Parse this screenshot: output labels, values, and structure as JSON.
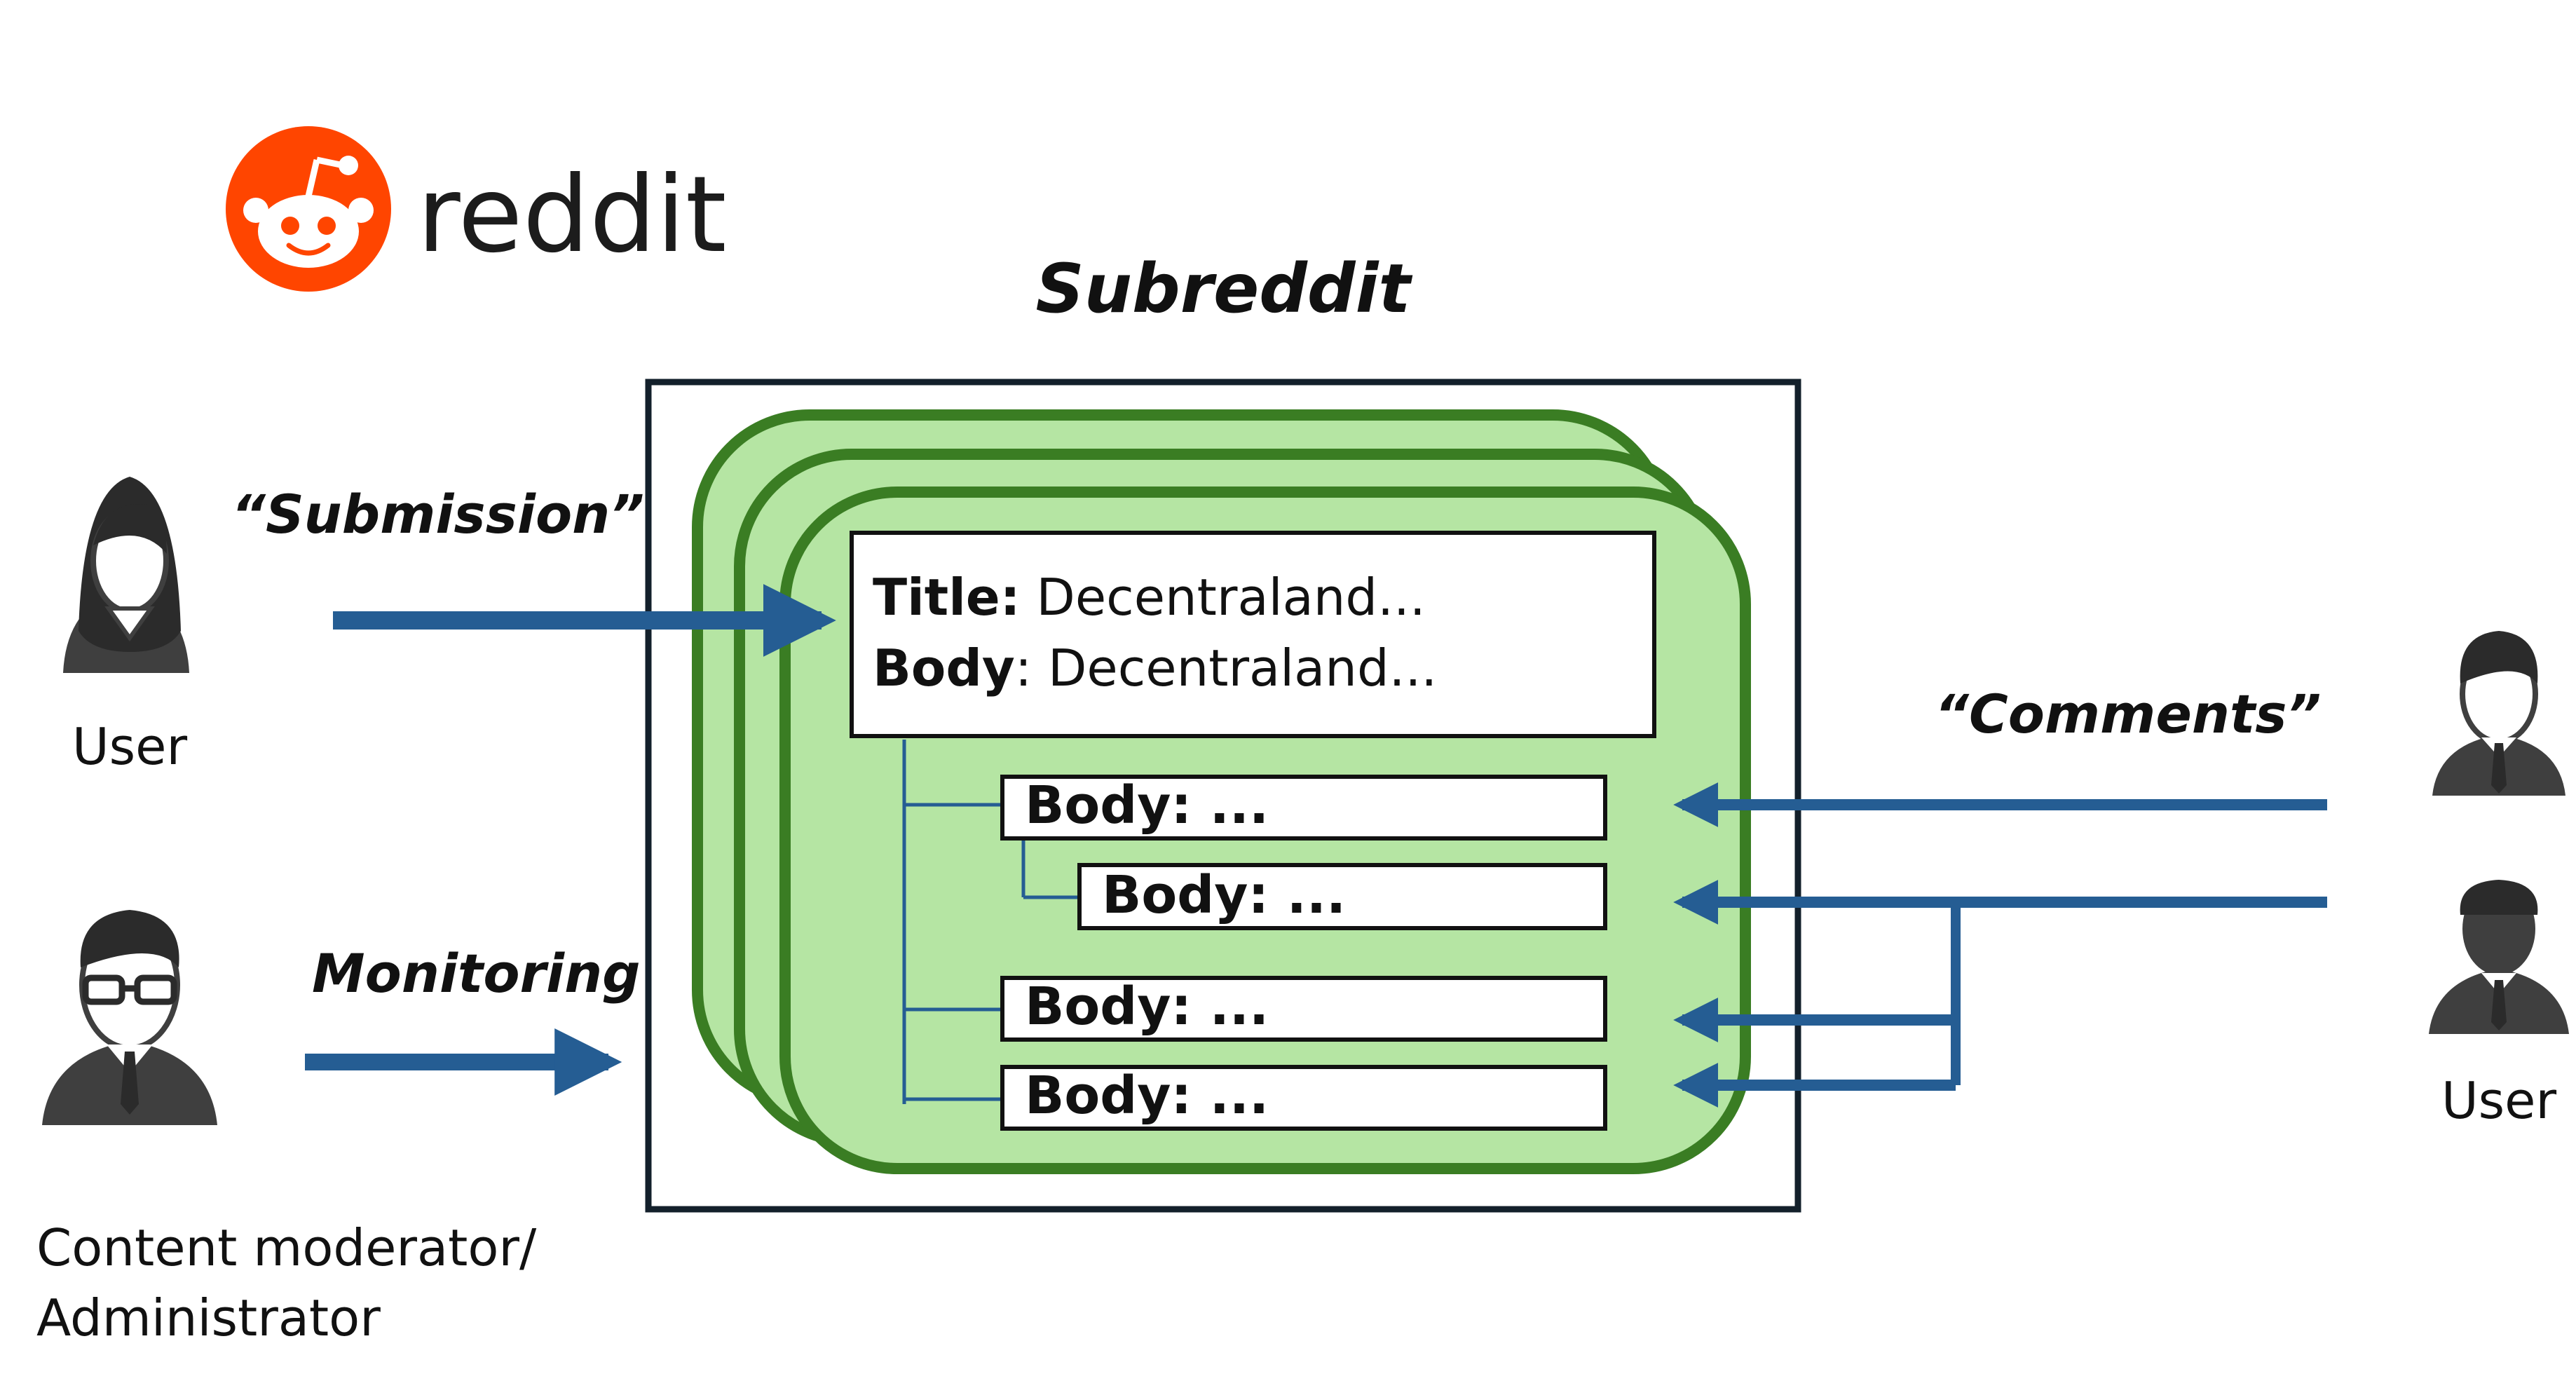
{
  "logo": {
    "text": "reddit"
  },
  "diagram": {
    "subreddit_label": "Subreddit",
    "submission_label": "“Submission”",
    "comments_label": "“Comments”",
    "monitoring_label": "Monitoring",
    "user_left_label": "User",
    "user_right_label": "User",
    "moderator_label_line1": "Content moderator/",
    "moderator_label_line2": "Administrator"
  },
  "post": {
    "title_key": "Title:",
    "title_value": " Decentraland...",
    "body_key": "Body",
    "body_value": ": Decentraland..."
  },
  "comments": [
    {
      "key": "Body:",
      "value": " ..."
    },
    {
      "key": "Body:",
      "value": " ..."
    },
    {
      "key": "Body:",
      "value": " ..."
    },
    {
      "key": "Body:",
      "value": " ..."
    }
  ],
  "colors": {
    "reddit_orange": "#ff4500",
    "card_fill": "#b5e5a3",
    "card_stroke": "#3a7d23",
    "arrow_blue": "#255d93",
    "frame_stroke": "#13202b",
    "person_gray": "#3f3f3f"
  }
}
